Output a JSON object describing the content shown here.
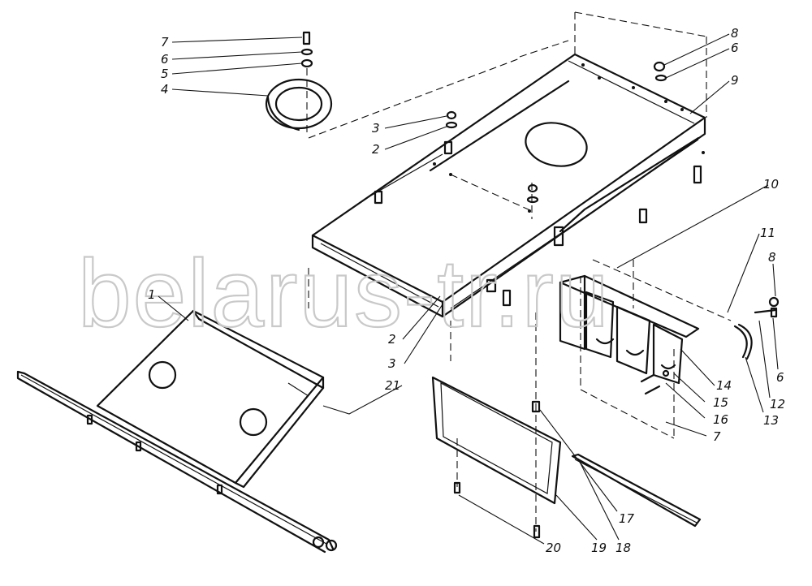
{
  "watermark": "belarus-tr.ru",
  "callouts": [
    {
      "id": "c7a",
      "text": "7"
    },
    {
      "id": "c6a",
      "text": "6"
    },
    {
      "id": "c5",
      "text": "5"
    },
    {
      "id": "c4",
      "text": "4"
    },
    {
      "id": "c3a",
      "text": "3"
    },
    {
      "id": "c2a",
      "text": "2"
    },
    {
      "id": "c8a",
      "text": "8"
    },
    {
      "id": "c6b",
      "text": "6"
    },
    {
      "id": "c9",
      "text": "9"
    },
    {
      "id": "c10",
      "text": "10"
    },
    {
      "id": "c11",
      "text": "11"
    },
    {
      "id": "c8b",
      "text": "8"
    },
    {
      "id": "c1",
      "text": "1"
    },
    {
      "id": "c2b",
      "text": "2"
    },
    {
      "id": "c3b",
      "text": "3"
    },
    {
      "id": "c21",
      "text": "21"
    },
    {
      "id": "c14",
      "text": "14"
    },
    {
      "id": "c6c",
      "text": "6"
    },
    {
      "id": "c15",
      "text": "15"
    },
    {
      "id": "c12",
      "text": "12"
    },
    {
      "id": "c16",
      "text": "16"
    },
    {
      "id": "c13",
      "text": "13"
    },
    {
      "id": "c7b",
      "text": "7"
    },
    {
      "id": "c17",
      "text": "17"
    },
    {
      "id": "c20",
      "text": "20"
    },
    {
      "id": "c19",
      "text": "19"
    },
    {
      "id": "c18",
      "text": "18"
    }
  ]
}
